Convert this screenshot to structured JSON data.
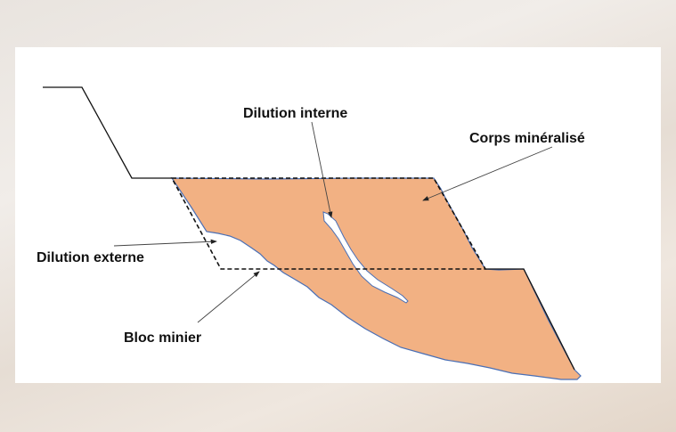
{
  "labels": {
    "internal_dilution": "Dilution interne",
    "ore_body": "Corps minéralisé",
    "external_dilution": "Dilution externe",
    "mining_block": "Bloc minier"
  },
  "colors": {
    "ore_body_fill": "#f2b183",
    "ore_body_outline": "#4a6fb5",
    "profile_line": "#111111"
  }
}
